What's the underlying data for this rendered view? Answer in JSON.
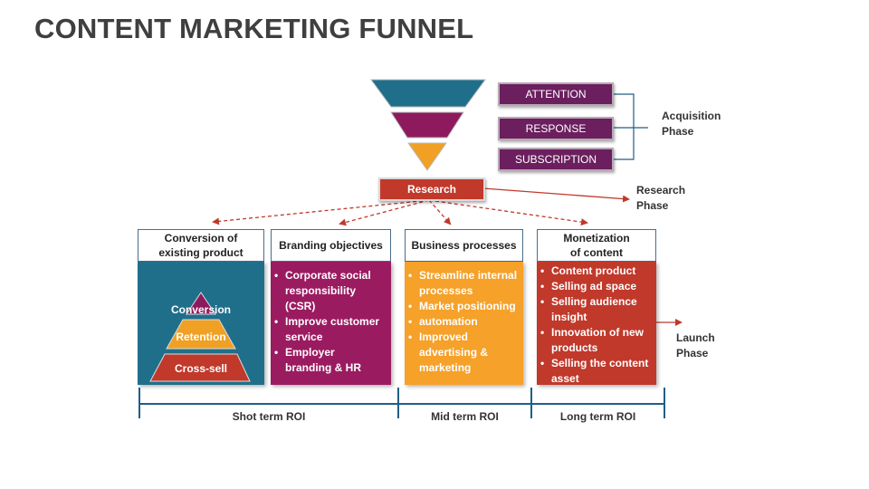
{
  "title": "CONTENT MARKETING FUNNEL",
  "funnel_phases": [
    "ATTENTION",
    "RESPONSE",
    "SUBSCRIPTION"
  ],
  "acquisition_label": [
    "Acquisition",
    "Phase"
  ],
  "research_label": "Research",
  "research_phase_label": [
    "Research",
    "Phase"
  ],
  "launch_phase_label": [
    "Launch",
    "Phase"
  ],
  "columns": [
    {
      "heading": [
        "Conversion of",
        "existing product"
      ],
      "pyramid": [
        "Conversion",
        "Retention",
        "Cross-sell"
      ]
    },
    {
      "heading": [
        "Branding objectives"
      ],
      "items": [
        [
          "Corporate social",
          "responsibility",
          "(CSR)"
        ],
        [
          "Improve customer",
          "service"
        ],
        [
          "Employer",
          "branding & HR"
        ]
      ]
    },
    {
      "heading": [
        "Business processes"
      ],
      "items": [
        [
          "Streamline internal",
          "processes"
        ],
        [
          "Market positioning"
        ],
        [
          "automation"
        ],
        [
          "Improved",
          "advertising &",
          "marketing"
        ]
      ]
    },
    {
      "heading": [
        "Monetization",
        "of content"
      ],
      "items": [
        [
          "Content product"
        ],
        [
          "Selling ad space"
        ],
        [
          "Selling audience",
          "insight"
        ],
        [
          "Innovation of new",
          "products"
        ],
        [
          "Selling the content",
          "asset"
        ]
      ]
    }
  ],
  "roi": [
    "Shot term ROI",
    "Mid term ROI",
    "Long term ROI"
  ],
  "colors": {
    "funnel_top": "#1f6f8b",
    "funnel_mid": "#8e1a5e",
    "funnel_bottom": "#f0a024",
    "phase_box": "#6b1f5e",
    "research": "#c0392b",
    "col1": "#1f6f8b",
    "col2": "#9b1b61",
    "col3": "#f5a12a",
    "col4": "#c0392b",
    "pyr_top": "#8e1a5e",
    "pyr_mid": "#f0a024",
    "pyr_bottom": "#c0392b",
    "roi_line": "#1f5f86"
  }
}
